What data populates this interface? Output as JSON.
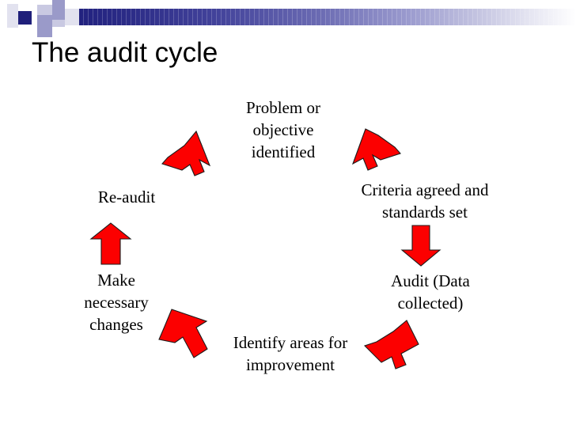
{
  "slide": {
    "title": "The audit cycle",
    "background_color": "#ffffff",
    "accent_color": "#22227f",
    "arrow_color": "#fc0000"
  },
  "header": {
    "bar_gradient_from": "#22227f",
    "bar_gradient_to": "#ffffff",
    "squares": [
      {
        "name": "square-dark",
        "color": "#1f1f7a"
      },
      {
        "name": "square-mid",
        "color": "#9a9ac9"
      },
      {
        "name": "square-light",
        "color": "#c9c9e2"
      },
      {
        "name": "square-pale",
        "color": "#e2e2ef"
      }
    ]
  },
  "diagram": {
    "name": "audit-cycle-diagram",
    "type": "cycle",
    "steps": [
      {
        "id": "problem",
        "label": "Problem or\nobjective\nidentified",
        "position": "top"
      },
      {
        "id": "criteria",
        "label": "Criteria agreed and\nstandards set",
        "position": "right-upper"
      },
      {
        "id": "audit",
        "label": "Audit (Data\ncollected)",
        "position": "right-lower"
      },
      {
        "id": "identify",
        "label": "Identify areas for\nimprovement",
        "position": "bottom"
      },
      {
        "id": "changes",
        "label": "Make\nnecessary\nchanges",
        "position": "left-lower"
      },
      {
        "id": "reaudit",
        "label": "Re-audit",
        "position": "left-upper"
      }
    ],
    "arrows": [
      {
        "id": "arrow-reaudit-to-problem",
        "direction": "up-right",
        "from": "reaudit",
        "to": "problem"
      },
      {
        "id": "arrow-problem-to-criteria",
        "direction": "down-right",
        "from": "problem",
        "to": "criteria"
      },
      {
        "id": "arrow-criteria-to-audit",
        "direction": "down",
        "from": "criteria",
        "to": "audit"
      },
      {
        "id": "arrow-audit-to-identify",
        "direction": "down-left",
        "from": "audit",
        "to": "identify"
      },
      {
        "id": "arrow-identify-to-changes",
        "direction": "up-left",
        "from": "identify",
        "to": "changes"
      },
      {
        "id": "arrow-changes-to-reaudit",
        "direction": "up",
        "from": "changes",
        "to": "reaudit"
      }
    ]
  }
}
